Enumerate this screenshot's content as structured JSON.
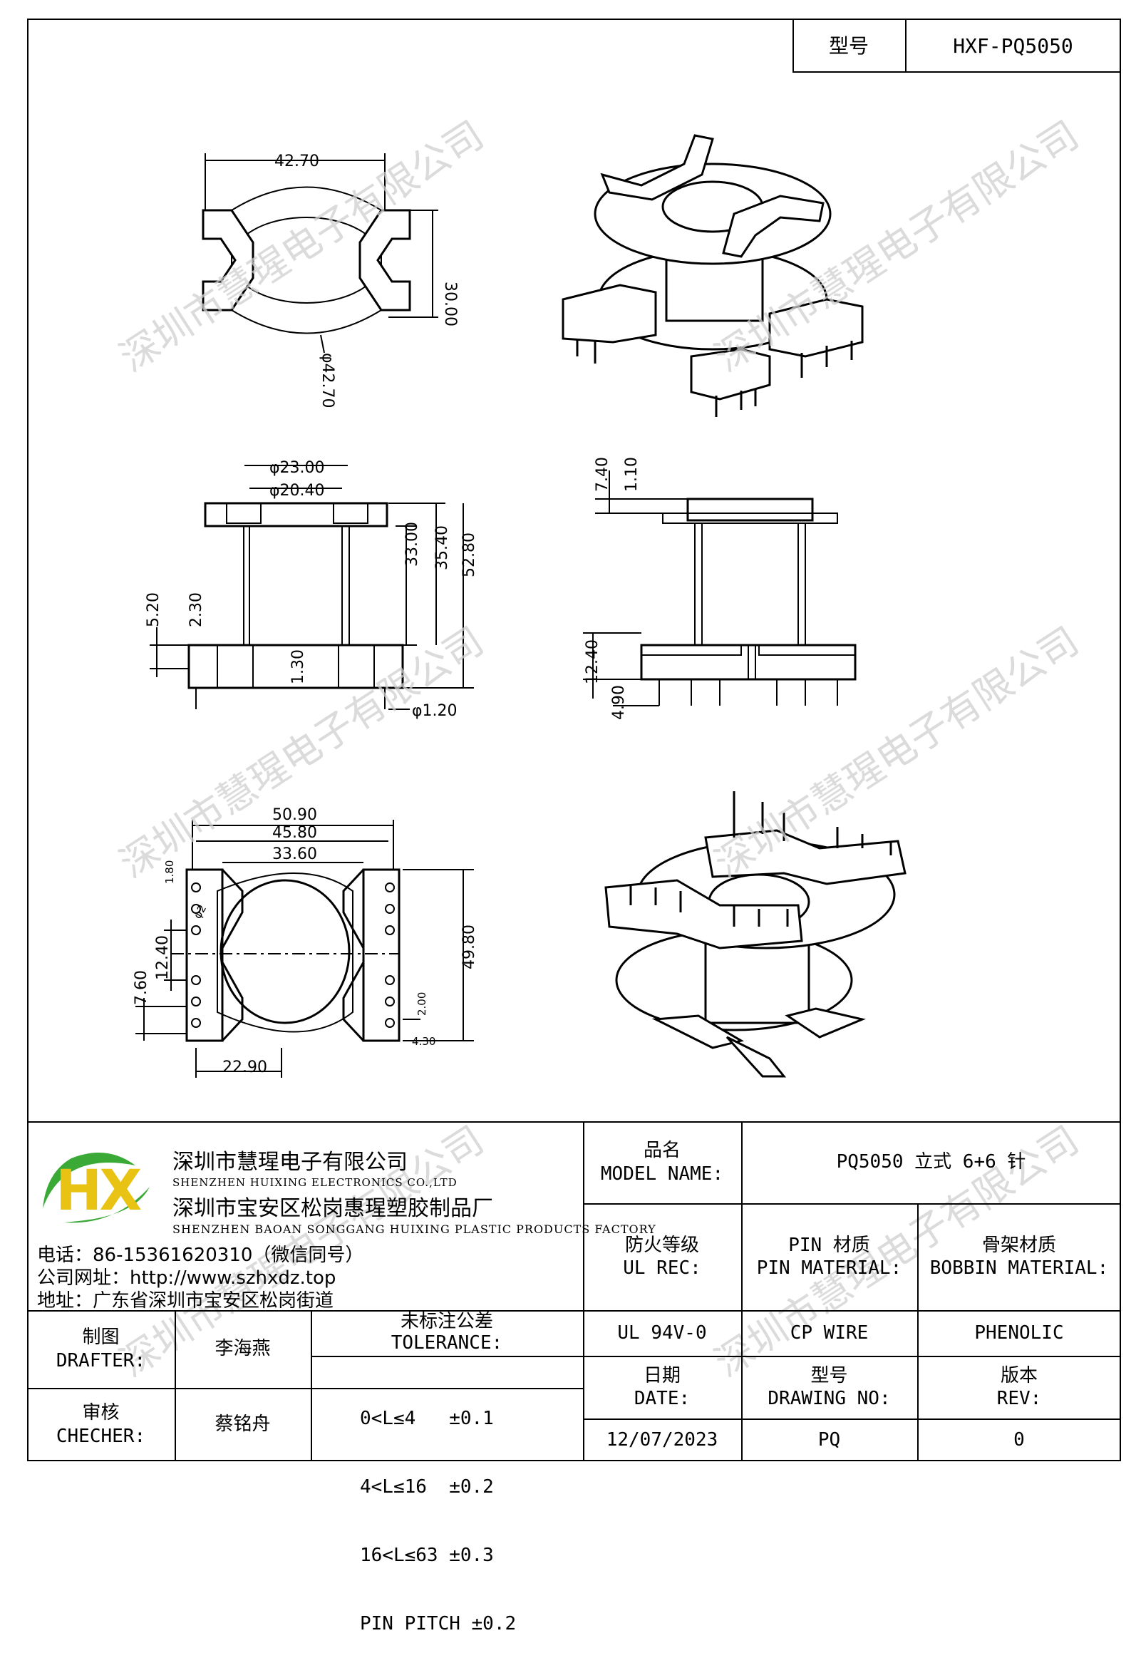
{
  "header": {
    "model_label": "型号",
    "model_value": "HXF-PQ5050"
  },
  "watermark": "深圳市慧瑆电子有限公司",
  "views": {
    "top_view": {
      "width": "42.70",
      "height": "30.00",
      "diameter": "φ42.70"
    },
    "front_view": {
      "inner_dia_outer": "φ23.00",
      "inner_dia_inner": "φ20.40",
      "h1": "33.00",
      "h2": "35.40",
      "h3": "52.80",
      "flange": "5.20",
      "step": "2.30",
      "base": "1.30",
      "pin_dia": "φ1.20"
    },
    "side_view": {
      "top1": "7.40",
      "top2": "1.10",
      "bottom1": "12.40",
      "bottom2": "4.90"
    },
    "bottom_view": {
      "w1": "50.90",
      "w2": "45.80",
      "w3": "33.60",
      "pitch_top": "1.80",
      "pin_hole": "φ2",
      "gap": "12.40",
      "side": "7.60",
      "height": "49.80",
      "slot1": "2.00",
      "slot2": "4.30",
      "span": "22.90"
    }
  },
  "company": {
    "logo_text": "HX",
    "name_cn": "深圳市慧瑆电子有限公司",
    "name_en": "SHENZHEN HUIXING ELECTRONICS CO.,LTD",
    "factory_cn": "深圳市宝安区松岗惠瑆塑胶制品厂",
    "factory_en": "SHENZHEN BAOAN SONGGANG HUIXING PLASTIC PRODUCTS FACTORY",
    "phone": "电话：86-15361620310（微信同号）",
    "website": "公司网址：http://www.szhxdz.top",
    "address": "地址：广东省深圳市宝安区松岗街道"
  },
  "title_block": {
    "model_name_cn": "品名",
    "model_name_en": "MODEL NAME:",
    "model_name_value": "PQ5050 立式 6+6 针",
    "ul_cn": "防火等级",
    "ul_en": "UL REC:",
    "ul_value": "UL 94V-0",
    "pin_cn": "PIN 材质",
    "pin_en": "PIN MATERIAL:",
    "pin_value": "CP WIRE",
    "bobbin_cn": "骨架材质",
    "bobbin_en": "BOBBIN MATERIAL:",
    "bobbin_value": "PHENOLIC",
    "drafter_cn": "制图",
    "drafter_en": "DRAFTER:",
    "drafter_value": "李海燕",
    "checker_cn": "审核",
    "checker_en": "CHECHER:",
    "checker_value": "蔡铭舟",
    "tol_cn": "未标注公差",
    "tol_en": "TOLERANCE:",
    "tol_1": "0<L≤4   ±0.1",
    "tol_2": "4<L≤16  ±0.2",
    "tol_3": "16<L≤63 ±0.3",
    "tol_4": "PIN PITCH ±0.2",
    "date_cn": "日期",
    "date_en": "DATE:",
    "date_value": "12/07/2023",
    "drawing_cn": "型号",
    "drawing_en": "DRAWING NO:",
    "drawing_value": "PQ",
    "rev_cn": "版本",
    "rev_en": "REV:",
    "rev_value": "0"
  }
}
